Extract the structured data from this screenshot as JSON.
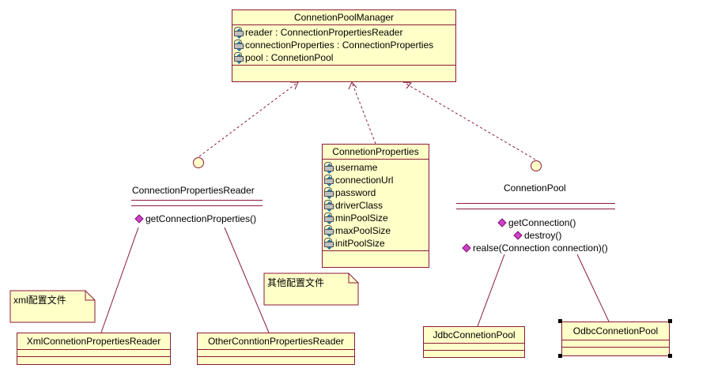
{
  "classes": {
    "manager": {
      "name": "ConnetionPoolManager",
      "attributes": [
        "reader : ConnectionPropertiesReader",
        "connectionProperties : ConnectionProperties",
        "pool : ConnetionPool"
      ]
    },
    "properties": {
      "name": "ConnetionProperties",
      "attributes": [
        "username",
        "connectionUrl",
        "password",
        "driverClass",
        "minPoolSize",
        "maxPoolSize",
        "initPoolSize"
      ]
    },
    "xml_reader": {
      "name": "XmlConnetionPropertiesReader"
    },
    "other_reader": {
      "name": "OtherConntionPropertiesReader"
    },
    "jdbc_pool": {
      "name": "JdbcConnetionPool"
    },
    "odbc_pool": {
      "name": "OdbcConnetionPool"
    }
  },
  "interfaces": {
    "reader": {
      "name": "ConnectionPropertiesReader",
      "operations": [
        "getConnectionProperties()"
      ]
    },
    "pool": {
      "name": "ConnetionPool",
      "operations": [
        "getConnection()",
        "destroy()",
        "realse(Connection connection)()"
      ]
    }
  },
  "notes": {
    "xml": "xml配置文件",
    "other": "其他配置文件"
  },
  "colors": {
    "class_fill": "#ffffc8",
    "border": "#8b1a3a",
    "attribute_icon": "#2aa0d8",
    "operation_icon": "#d040c8"
  }
}
